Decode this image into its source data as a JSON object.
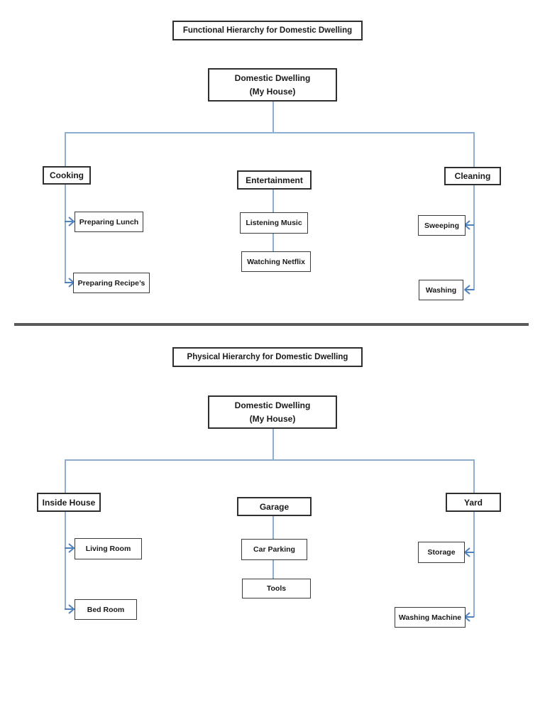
{
  "colors": {
    "connector_line": "#8EADD3",
    "arrow": "#4F81BD",
    "box_border": "#2F2F2F",
    "divider": "#595959"
  },
  "functional": {
    "title": "Functional Hierarchy for Domestic Dwelling",
    "root": {
      "line1": "Domestic Dwelling",
      "line2": "(My House)"
    },
    "branches": [
      {
        "label": "Cooking",
        "children": [
          "Preparing Lunch",
          "Preparing Recipe’s"
        ]
      },
      {
        "label": "Entertainment",
        "children": [
          "Listening Music",
          "Watching Netflix"
        ]
      },
      {
        "label": "Cleaning",
        "children": [
          "Sweeping",
          "Washing"
        ]
      }
    ]
  },
  "physical": {
    "title": "Physical Hierarchy for Domestic Dwelling",
    "root": {
      "line1": "Domestic Dwelling",
      "line2": "(My House)"
    },
    "branches": [
      {
        "label": "Inside House",
        "children": [
          "Living Room",
          "Bed Room"
        ]
      },
      {
        "label": "Garage",
        "children": [
          "Car Parking",
          "Tools"
        ]
      },
      {
        "label": "Yard",
        "children": [
          "Storage",
          "Washing Machine"
        ]
      }
    ]
  }
}
